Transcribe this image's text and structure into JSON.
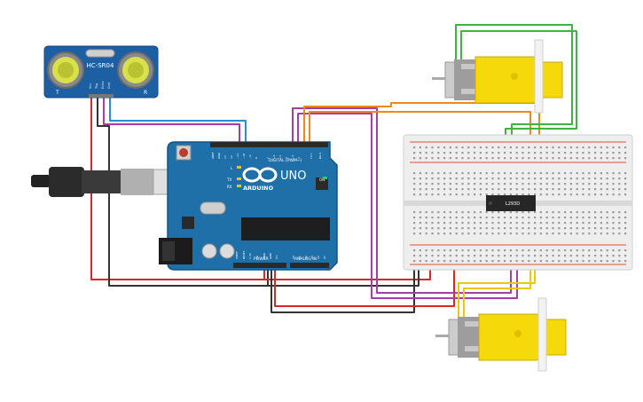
{
  "sensor": {
    "model": "HC-SR04",
    "left_mark": "T",
    "right_mark": "R",
    "pins": [
      "Vcc",
      "Trig",
      "Echo",
      "Gnd"
    ]
  },
  "arduino": {
    "brand": "ARDUINO",
    "model": "UNO",
    "digital_label": "DIGITAL (PWM~)",
    "power_label": "POWER",
    "analog_label": "ANALOG IN",
    "on_label": "ON",
    "l_label": "L",
    "tx_label": "TX",
    "rx_label": "RX",
    "digital_pins": [
      "AREF",
      "GND",
      "13",
      "12",
      "~11",
      "~10",
      "~9",
      "8",
      "7",
      "~6",
      "~5",
      "4",
      "~3",
      "2",
      "TX 1",
      "RX 0"
    ],
    "power_pins": [
      "IOREF",
      "RESET",
      "3.3V",
      "5V",
      "GND",
      "GND",
      "Vin"
    ],
    "analog_pins": [
      "A0",
      "A1",
      "A2",
      "A3",
      "A4",
      "A5"
    ]
  },
  "driver_chip": {
    "label": "L293D"
  },
  "colors": {
    "board": "#1f6fa8",
    "board_dark": "#135485",
    "wire_red": "#d62828",
    "wire_black": "#333333",
    "wire_blue": "#2a8fd0",
    "wire_purple": "#a33fa8",
    "wire_orange": "#ef8a17",
    "wire_green": "#3fb53f",
    "wire_yellow": "#e9c90c",
    "motor_yellow": "#f5d90a",
    "breadboard": "#eeeeee"
  },
  "icons": [
    "usb-cable-icon",
    "power-jack-icon",
    "reset-button-icon",
    "arduino-logo-icon"
  ]
}
